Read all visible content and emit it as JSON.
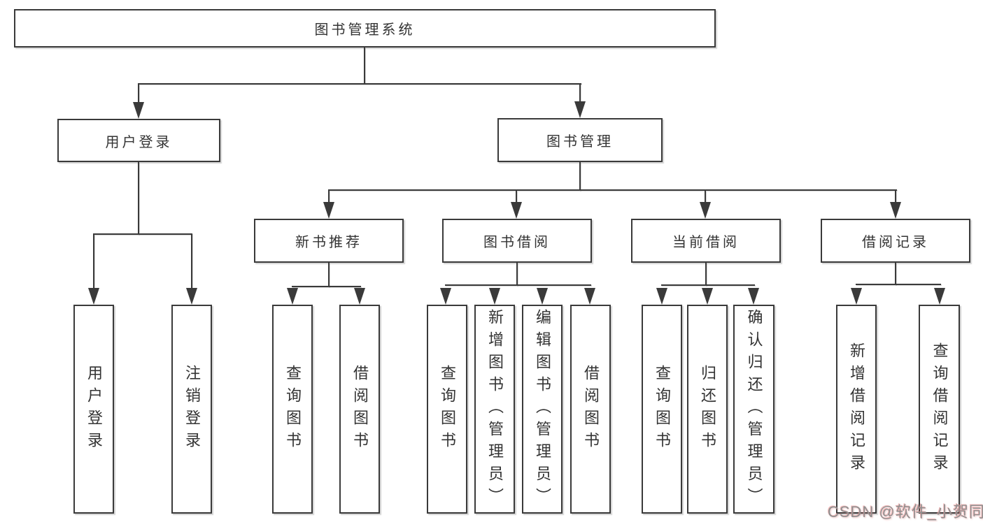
{
  "diagram": {
    "root": {
      "label": "图书管理系统"
    },
    "branches": [
      {
        "label": "用户登录",
        "children": [
          {
            "label": "用户登录"
          },
          {
            "label": "注销登录"
          }
        ]
      },
      {
        "label": "图书管理",
        "children": [
          {
            "label": "新书推荐",
            "children": [
              {
                "label": "查询图书"
              },
              {
                "label": "借阅图书"
              }
            ]
          },
          {
            "label": "图书借阅",
            "children": [
              {
                "label": "查询图书"
              },
              {
                "label": "新增图书（管理员）"
              },
              {
                "label": "编辑图书（管理员）"
              },
              {
                "label": "借阅图书"
              }
            ]
          },
          {
            "label": "当前借阅",
            "children": [
              {
                "label": "查询图书"
              },
              {
                "label": "归还图书"
              },
              {
                "label": "确认归还（管理员）"
              }
            ]
          },
          {
            "label": "借阅记录",
            "children": [
              {
                "label": "新增借阅记录"
              },
              {
                "label": "查询借阅记录"
              }
            ]
          }
        ]
      }
    ]
  },
  "watermark": "CSDN @软件_小贺同学",
  "colors": {
    "line": "#3a3a3a",
    "box_border": "#3a3a3a",
    "text": "#333333",
    "background": "#ffffff",
    "watermark_text": "#8f8f8f",
    "watermark_glow": "#e8a7a7"
  }
}
